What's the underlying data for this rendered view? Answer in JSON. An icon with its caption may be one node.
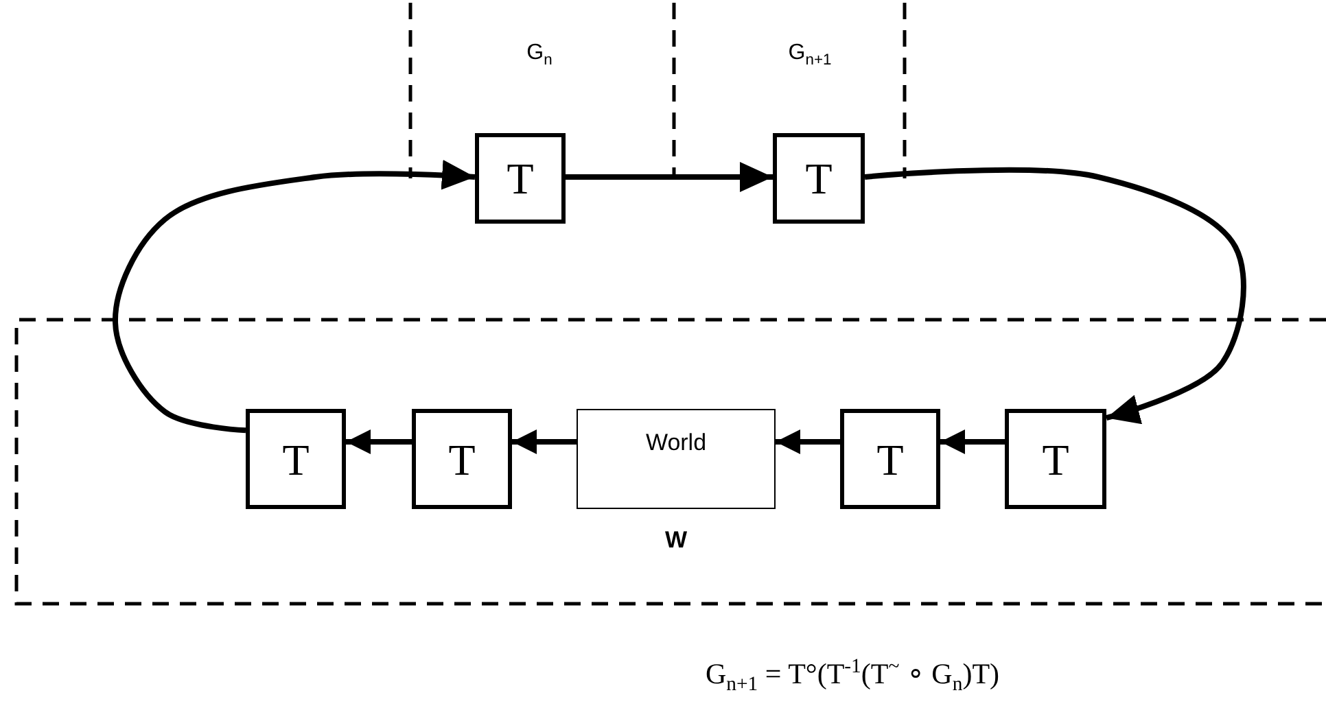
{
  "diagram": {
    "caption": "G$_{n+1}$ = T°(T$^{-1}$(T$^{~}$ ∘ G$_{n}$)T)",
    "nodes": [
      {
        "text": [
          "T"
        ]
      },
      {
        "text": [
          "T"
        ]
      },
      {
        "text": [
          "T"
        ]
      },
      {
        "text": [
          "T"
        ]
      },
      {
        "text": [
          "World"
        ],
        "beside": [
          "W"
        ]
      },
      {
        "text": [
          "T"
        ]
      },
      {
        "text": [
          "T"
        ]
      }
    ],
    "edges": [
      {
        "from": 2,
        "to": 0,
        "arrow": "to"
      },
      {
        "from": 0,
        "to": 1,
        "arrow": "to"
      },
      {
        "from": 1,
        "to": 6,
        "arrow": "to"
      },
      {
        "from": 6,
        "to": 5,
        "arrow": "to"
      },
      {
        "from": 5,
        "to": 4,
        "arrow": "to"
      },
      {
        "from": 4,
        "to": 3,
        "arrow": "to"
      },
      {
        "from": 3,
        "to": 2,
        "arrow": "to"
      }
    ],
    "labels": [
      "G$_{n}$",
      "G$_{n+1}$"
    ]
  }
}
